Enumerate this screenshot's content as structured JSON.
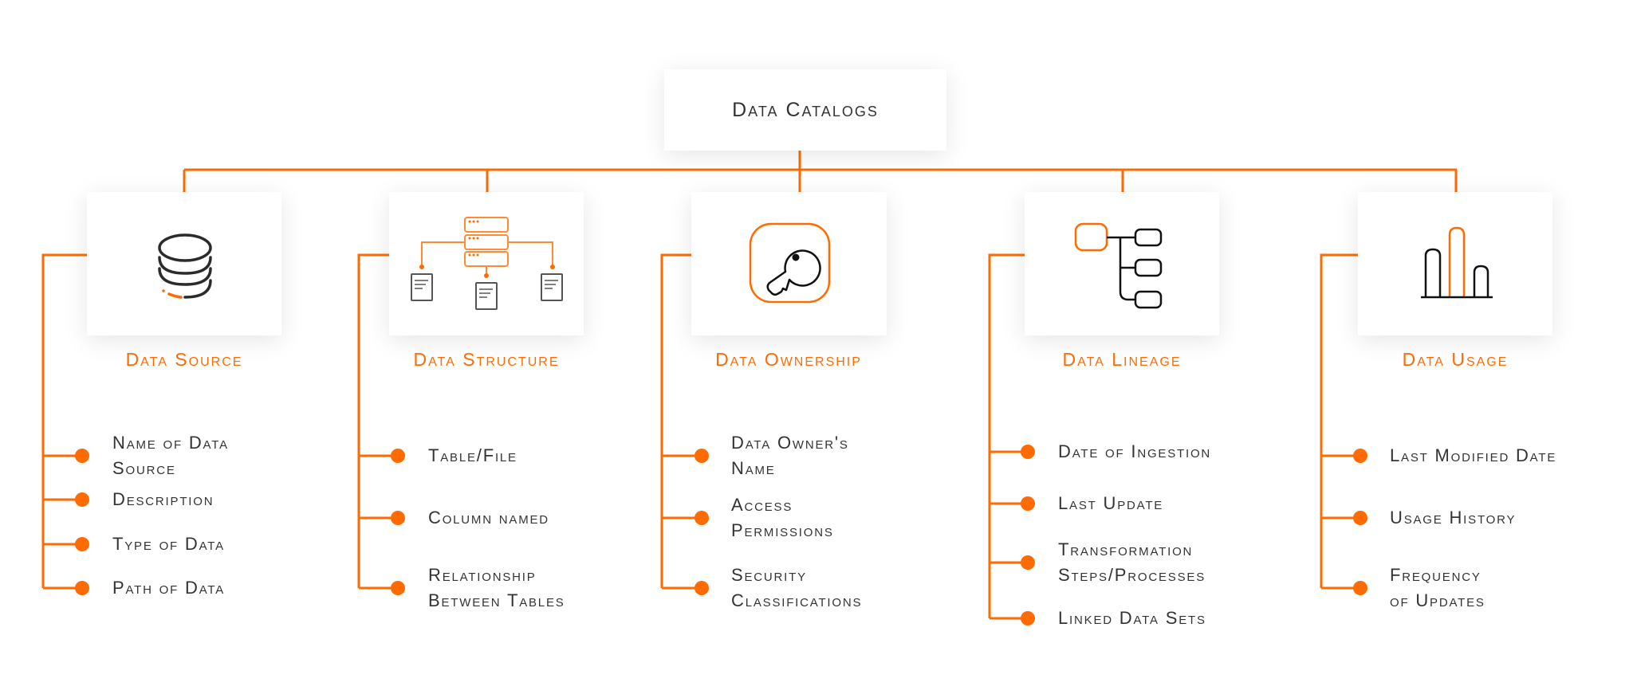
{
  "title": "Data Catalogs",
  "colors": {
    "accent": "#FF6B00",
    "text": "#333333",
    "icon_stroke": "#222222"
  },
  "categories": [
    {
      "label": "Data Source",
      "icon": "database-icon",
      "items": [
        "Name of Data\nSource",
        "Description",
        "Type of Data",
        "Path of Data"
      ]
    },
    {
      "label": "Data Structure",
      "icon": "server-hierarchy-icon",
      "items": [
        "Table/File",
        "Column named",
        "Relationship\nBetween Tables"
      ]
    },
    {
      "label": "Data Ownership",
      "icon": "key-icon",
      "items": [
        "Data Owner's\nName",
        "Access\nPermissions",
        "Security\nClassifications"
      ]
    },
    {
      "label": "Data Lineage",
      "icon": "lineage-tree-icon",
      "items": [
        "Date of Ingestion",
        "Last Update",
        "Transformation\nSteps/Processes",
        "Linked Data Sets"
      ]
    },
    {
      "label": "Data Usage",
      "icon": "bar-chart-icon",
      "items": [
        "Last Modified Date",
        "Usage History",
        "Frequency\nof Updates"
      ]
    }
  ]
}
